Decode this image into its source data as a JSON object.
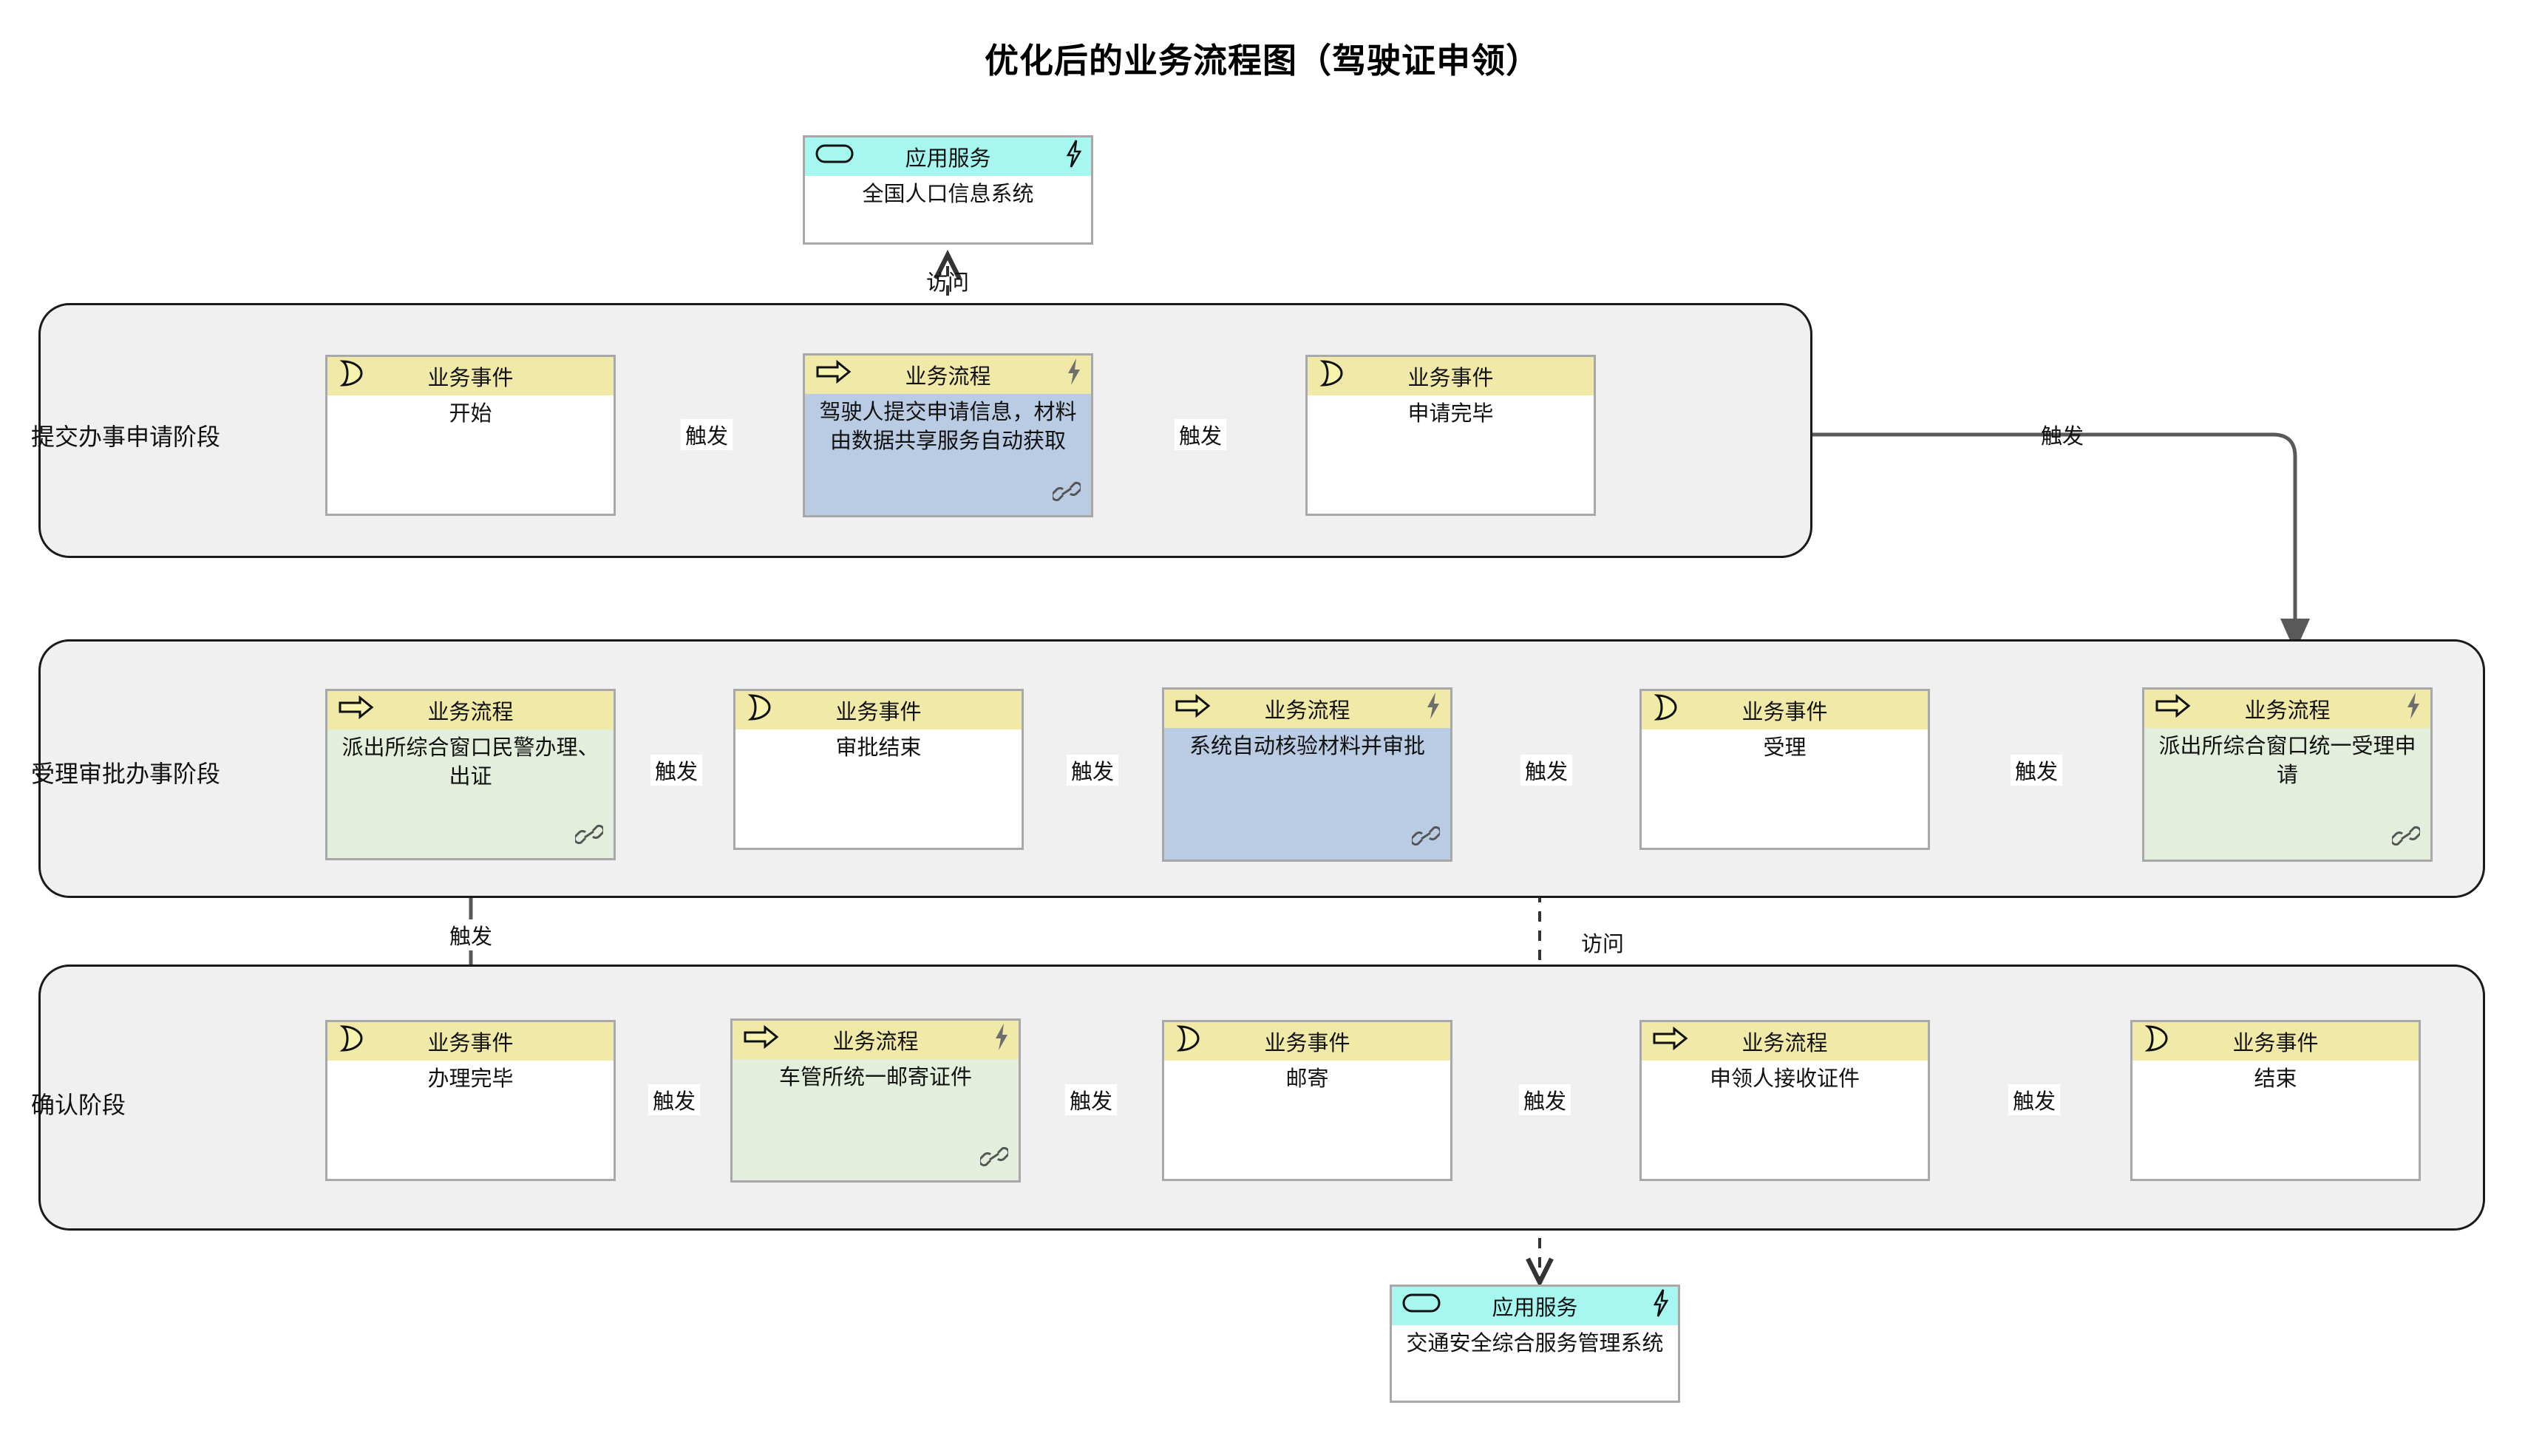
{
  "title": "优化后的业务流程图（驾驶证申领）",
  "legend": {
    "business_event_type": "业务事件",
    "business_process_type": "业务流程",
    "application_service_type": "应用服务"
  },
  "icons": {
    "event": "business-event-icon",
    "process": "business-process-arrow-icon",
    "app_service": "application-service-rounded-icon",
    "bolt": "lightning-bolt-icon",
    "link": "link-chain-icon"
  },
  "colors": {
    "header_yellow": "#f0e9a8",
    "header_cyan": "#a6f7f0",
    "body_blue": "#b9cce4",
    "body_green": "#e4eedc",
    "body_white": "#ffffff",
    "phase_fill": "#f0f0f0",
    "phase_border": "#1a1a1a",
    "node_border": "#a8a8a8",
    "edge": "#595959"
  },
  "phases": [
    {
      "id": "phase1",
      "label": "提交办事申请阶段"
    },
    {
      "id": "phase2",
      "label": "受理审批办事阶段"
    },
    {
      "id": "phase3",
      "label": "确认阶段"
    }
  ],
  "app_services": [
    {
      "id": "svc-population",
      "type": "应用服务",
      "name": "全国人口信息系统"
    },
    {
      "id": "svc-traffic",
      "type": "应用服务",
      "name": "交通安全综合服务管理系统"
    }
  ],
  "nodes": [
    {
      "id": "n-start",
      "phase": "phase1",
      "type": "业务事件",
      "name": "开始",
      "body": "white",
      "bolt": false,
      "link": false
    },
    {
      "id": "n-submit",
      "phase": "phase1",
      "type": "业务流程",
      "name": "驾驶人提交申请信息，材料由数据共享服务自动获取",
      "body": "blue",
      "bolt": true,
      "link": true
    },
    {
      "id": "n-applied",
      "phase": "phase1",
      "type": "业务事件",
      "name": "申请完毕",
      "body": "white",
      "bolt": false,
      "link": false
    },
    {
      "id": "n-police-issue",
      "phase": "phase2",
      "type": "业务流程",
      "name": "派出所综合窗口民警办理、出证",
      "body": "green",
      "bolt": false,
      "link": true
    },
    {
      "id": "n-approved",
      "phase": "phase2",
      "type": "业务事件",
      "name": "审批结束",
      "body": "white",
      "bolt": false,
      "link": false
    },
    {
      "id": "n-auto-verify",
      "phase": "phase2",
      "type": "业务流程",
      "name": "系统自动核验材料并审批",
      "body": "blue",
      "bolt": true,
      "link": true
    },
    {
      "id": "n-accepted",
      "phase": "phase2",
      "type": "业务事件",
      "name": "受理",
      "body": "white",
      "bolt": false,
      "link": false
    },
    {
      "id": "n-unified-recv",
      "phase": "phase2",
      "type": "业务流程",
      "name": "派出所综合窗口统一受理申请",
      "body": "green",
      "bolt": true,
      "link": true
    },
    {
      "id": "n-done",
      "phase": "phase3",
      "type": "业务事件",
      "name": "办理完毕",
      "body": "white",
      "bolt": false,
      "link": false
    },
    {
      "id": "n-mail-cert",
      "phase": "phase3",
      "type": "业务流程",
      "name": "车管所统一邮寄证件",
      "body": "green",
      "bolt": true,
      "link": true
    },
    {
      "id": "n-mailing",
      "phase": "phase3",
      "type": "业务事件",
      "name": "邮寄",
      "body": "white",
      "bolt": false,
      "link": false
    },
    {
      "id": "n-applicant-recv",
      "phase": "phase3",
      "type": "业务流程",
      "name": "申领人接收证件",
      "body": "white",
      "bolt": false,
      "link": false
    },
    {
      "id": "n-end",
      "phase": "phase3",
      "type": "业务事件",
      "name": "结束",
      "body": "white",
      "bolt": false,
      "link": false
    }
  ],
  "edges": [
    {
      "id": "e1",
      "from": "n-start",
      "to": "n-submit",
      "label": "触发",
      "style": "solid"
    },
    {
      "id": "e2",
      "from": "n-submit",
      "to": "n-applied",
      "label": "触发",
      "style": "solid"
    },
    {
      "id": "e3",
      "from": "n-applied",
      "to": "n-unified-recv",
      "label": "触发",
      "style": "solid"
    },
    {
      "id": "e4",
      "from": "n-unified-recv",
      "to": "n-accepted",
      "label": "触发",
      "style": "solid"
    },
    {
      "id": "e5",
      "from": "n-accepted",
      "to": "n-auto-verify",
      "label": "触发",
      "style": "solid"
    },
    {
      "id": "e6",
      "from": "n-auto-verify",
      "to": "n-approved",
      "label": "触发",
      "style": "solid"
    },
    {
      "id": "e7",
      "from": "n-approved",
      "to": "n-police-issue",
      "label": "触发",
      "style": "solid"
    },
    {
      "id": "e8",
      "from": "n-police-issue",
      "to": "n-done",
      "label": "触发",
      "style": "solid"
    },
    {
      "id": "e9",
      "from": "n-done",
      "to": "n-mail-cert",
      "label": "触发",
      "style": "solid"
    },
    {
      "id": "e10",
      "from": "n-mail-cert",
      "to": "n-mailing",
      "label": "触发",
      "style": "solid"
    },
    {
      "id": "e11",
      "from": "n-mailing",
      "to": "n-applicant-recv",
      "label": "触发",
      "style": "solid"
    },
    {
      "id": "e12",
      "from": "n-applicant-recv",
      "to": "n-end",
      "label": "触发",
      "style": "solid"
    },
    {
      "id": "e13",
      "from": "n-submit",
      "to": "svc-population",
      "label": "访问",
      "style": "dashed"
    },
    {
      "id": "e14",
      "from": "n-auto-verify",
      "to": "svc-traffic",
      "label": "访问",
      "style": "dashed"
    }
  ],
  "labels": {
    "trigger": "触发",
    "access": "访问"
  }
}
